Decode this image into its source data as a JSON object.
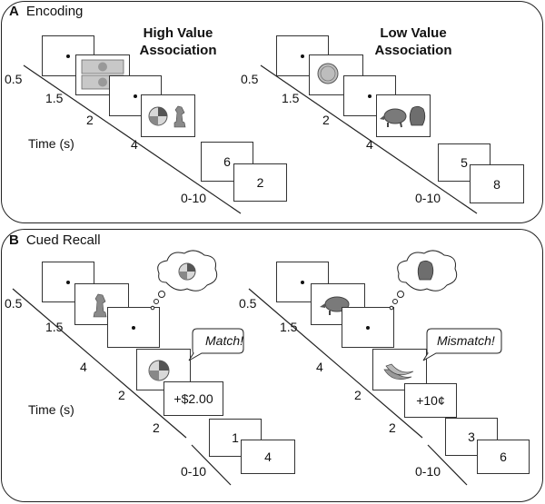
{
  "panel_a": {
    "letter": "A",
    "title": "Encoding",
    "high_heading_line1": "High Value",
    "high_heading_line2": "Association",
    "low_heading_line1": "Low Value",
    "low_heading_line2": "Association",
    "high_durations": [
      "0.5",
      "1.5",
      "2",
      "4",
      "0-10"
    ],
    "low_durations": [
      "0.5",
      "1.5",
      "2",
      "4",
      "0-10"
    ],
    "time_axis_label": "Time (s)",
    "high_distractor_numbers": [
      "6",
      "2"
    ],
    "low_distractor_numbers": [
      "5",
      "8"
    ],
    "high_cue_image": "dollar-bills",
    "low_cue_image": "dime-coin",
    "high_pair_images": [
      "beach-ball",
      "chess-knight"
    ],
    "low_pair_images": [
      "armadillo",
      "baseball-glove"
    ]
  },
  "panel_b": {
    "letter": "B",
    "title": "Cued Recall",
    "left_durations": [
      "0.5",
      "1.5",
      "4",
      "2",
      "2",
      "0-10"
    ],
    "right_durations": [
      "0.5",
      "1.5",
      "4",
      "2",
      "2",
      "0-10"
    ],
    "time_axis_label": "Time (s)",
    "left_feedback_label": "Match!",
    "right_feedback_label": "Mismatch!",
    "left_reward": "+$2.00",
    "right_reward": "+10¢",
    "left_distractor_numbers": [
      "1",
      "4"
    ],
    "right_distractor_numbers": [
      "3",
      "6"
    ],
    "left_cue_image": "chess-knight",
    "left_thought_image": "beach-ball",
    "left_probe_image": "beach-ball",
    "right_cue_image": "armadillo",
    "right_thought_image": "baseball-glove",
    "right_probe_image": "bananas"
  }
}
